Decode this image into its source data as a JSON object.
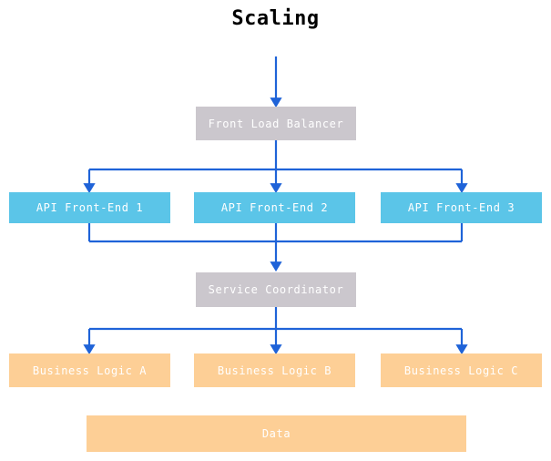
{
  "diagram": {
    "title": "Scaling",
    "colors": {
      "hub": "#cbc7cd",
      "api": "#5bc5e8",
      "logic": "#fdcf96",
      "data": "#fdcf96",
      "edge": "#1f63d8",
      "node_text": "#ffffff",
      "title_text": "#000000",
      "background": "#ffffff"
    },
    "tiers": {
      "balancer": {
        "label": "Front Load Balancer"
      },
      "api": {
        "nodes": [
          {
            "label": "API Front-End 1"
          },
          {
            "label": "API Front-End 2"
          },
          {
            "label": "API Front-End 3"
          }
        ]
      },
      "coordinator": {
        "label": "Service Coordinator"
      },
      "logic": {
        "nodes": [
          {
            "label": "Business Logic A"
          },
          {
            "label": "Business Logic B"
          },
          {
            "label": "Business Logic C"
          }
        ]
      },
      "data": {
        "label": "Data"
      }
    }
  }
}
